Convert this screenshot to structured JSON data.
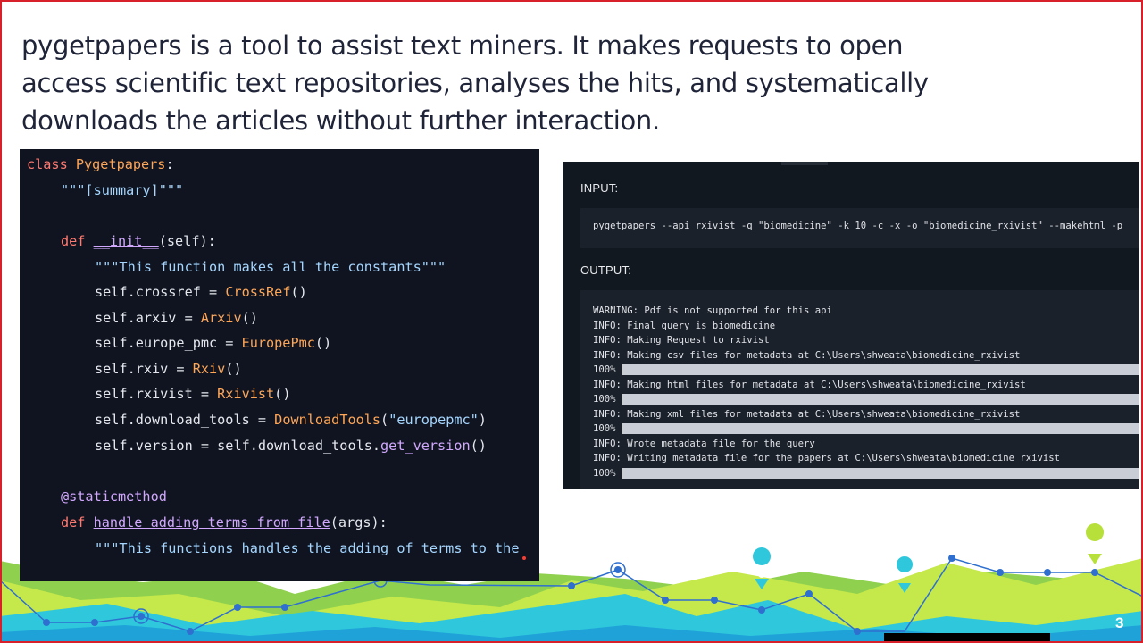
{
  "slide": {
    "headline": "pygetpapers is a tool to assist text miners. It makes requests to open access scientific text repositories, analyses the hits, and systematically downloads the articles without further interaction.",
    "page_number": "3",
    "frame_color": "#d8202b"
  },
  "code": {
    "class_kw": "class",
    "class_name": "Pygetpapers",
    "colon": ":",
    "summary_doc": "\"\"\"[summary]\"\"\"",
    "def_kw": "def",
    "init_name": "__init__",
    "init_args": "(self):",
    "init_doc": "\"\"\"This function makes all the constants\"\"\"",
    "crossref_lhs": "self.crossref = ",
    "crossref_cls": "CrossRef",
    "arxiv_lhs": "self.arxiv = ",
    "arxiv_cls": "Arxiv",
    "europe_lhs": "self.europe_pmc = ",
    "europe_cls": "EuropePmc",
    "rxiv_lhs": "self.rxiv = ",
    "rxiv_cls": "Rxiv",
    "rxivist_lhs": "self.rxivist = ",
    "rxivist_cls": "Rxivist",
    "dl_lhs": "self.download_tools = ",
    "dl_cls": "DownloadTools",
    "dl_arg": "\"europepmc\"",
    "version_lhs": "self.version = self.download_tools.",
    "version_fn": "get_version",
    "call_parens": "()",
    "open_paren": "(",
    "close_paren": ")",
    "decorator": "@staticmethod",
    "handle_name": "handle_adding_terms_from_file",
    "handle_args": "(args):",
    "handle_doc": "\"\"\"This functions handles the adding of terms to the"
  },
  "terminal": {
    "input_label": "INPUT:",
    "command": "pygetpapers --api rxivist -q \"biomedicine\" -k 10 -c -x -o \"biomedicine_rxivist\" --makehtml -p",
    "output_label": "OUTPUT:",
    "lines": [
      "WARNING: Pdf is not supported for this api",
      "INFO: Final query is biomedicine",
      "INFO: Making Request to rxivist",
      "INFO: Making csv files for metadata at C:\\Users\\shweata\\biomedicine_rxivist",
      "INFO: Making html files for metadata at C:\\Users\\shweata\\biomedicine_rxivist",
      "INFO: Making xml files for metadata at C:\\Users\\shweata\\biomedicine_rxivist",
      "INFO: Wrote metadata file for the query",
      "INFO: Writing metadata file for the papers at C:\\Users\\shweata\\biomedicine_rxivist"
    ],
    "progress": [
      {
        "label": "100%",
        "fraction": 1.0
      },
      {
        "label": "100%",
        "fraction": 1.0
      },
      {
        "label": "100%",
        "fraction": 1.0
      },
      {
        "label": "100%",
        "fraction": 1.0
      }
    ]
  }
}
